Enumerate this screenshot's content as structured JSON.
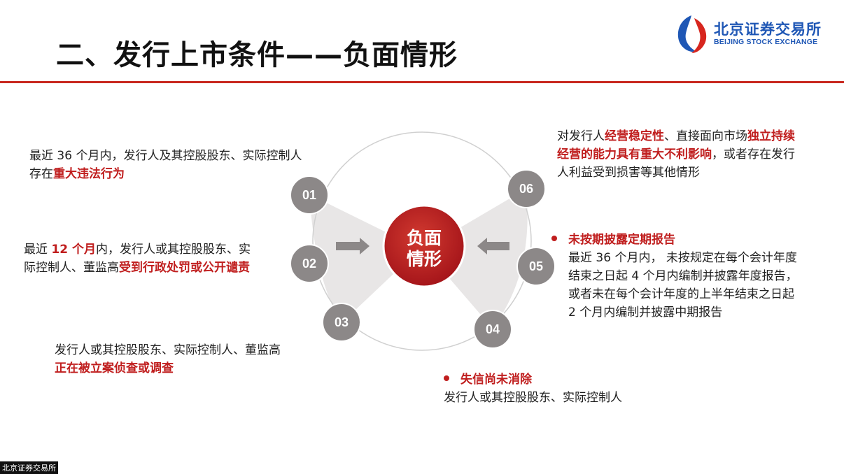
{
  "header": {
    "title": "二、发行上市条件——负面情形",
    "logo_cn": "北京证券交易所",
    "logo_en": "BEIJING STOCK EXCHANGE"
  },
  "colors": {
    "accent_red": "#c01e1e",
    "node_gray": "#8c8888",
    "title_rule": "#c8281e"
  },
  "diagram": {
    "center_line1": "负面",
    "center_line2": "情形",
    "nodes": [
      "01",
      "02",
      "03",
      "04",
      "05",
      "06"
    ]
  },
  "items": {
    "c01": {
      "line1": "最近 36 个月内，发行人及其控股股东、实际控制人",
      "pre": "存在",
      "em": "重大违法行为"
    },
    "c02": {
      "pre": "最近 ",
      "em1": "12 个月",
      "mid": "内，发行人或其控股股东、实",
      "line2_pre": "际控制人、董监高",
      "em2": "受到行政处罚或公开谴责"
    },
    "c03": {
      "line1": "发行人或其控股股东、实际控制人、董监高",
      "em": "正在被立案侦查或调查"
    },
    "c04": {
      "title": "失信尚未消除",
      "body": "发行人或其控股股东、实际控制人"
    },
    "c05": {
      "title": "未按期披露定期报告",
      "line1": "最近 36 个月内， 未按规定在每个会计年度",
      "line2": "结束之日起 4 个月内编制并披露年度报告，",
      "line3": "或者未在每个会计年度的上半年结束之日起",
      "line4": "2 个月内编制并披露中期报告"
    },
    "c06": {
      "pre": "对发行人",
      "em1": "经营稳定性",
      "mid": "、直接面向市场",
      "em2a": "独立持续",
      "em2b": "经营的能力具有重大不利影响",
      "post": "，或者存在发行",
      "line3": "人利益受到损害等其他情形"
    }
  },
  "footer": {
    "mark": "北京证券交易所"
  }
}
